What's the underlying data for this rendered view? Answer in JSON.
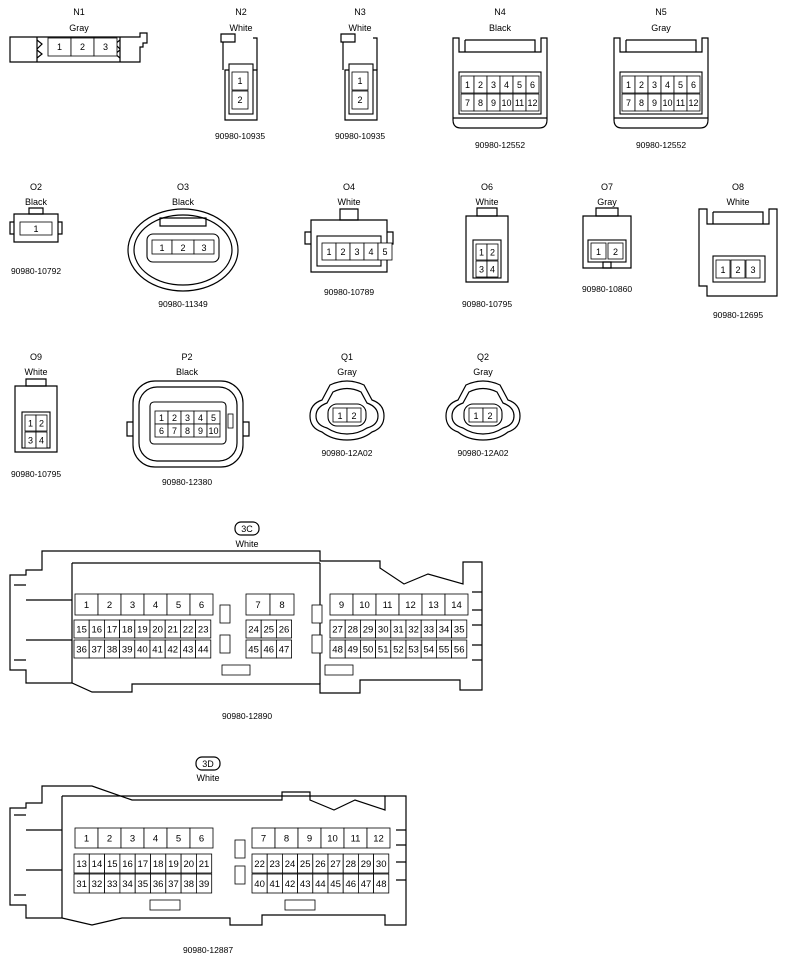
{
  "connectors": [
    {
      "id": "N1",
      "color": "Gray",
      "part": "",
      "pins": [
        [
          "1",
          "2",
          "3"
        ]
      ]
    },
    {
      "id": "N2",
      "color": "White",
      "part": "90980-10935",
      "pins": [
        [
          "1"
        ],
        [
          "2"
        ]
      ]
    },
    {
      "id": "N3",
      "color": "White",
      "part": "90980-10935",
      "pins": [
        [
          "1"
        ],
        [
          "2"
        ]
      ]
    },
    {
      "id": "N4",
      "color": "Black",
      "part": "90980-12552",
      "pins": [
        [
          "1",
          "2",
          "3",
          "4",
          "5",
          "6"
        ],
        [
          "7",
          "8",
          "9",
          "10",
          "11",
          "12"
        ]
      ]
    },
    {
      "id": "N5",
      "color": "Gray",
      "part": "90980-12552",
      "pins": [
        [
          "1",
          "2",
          "3",
          "4",
          "5",
          "6"
        ],
        [
          "7",
          "8",
          "9",
          "10",
          "11",
          "12"
        ]
      ]
    },
    {
      "id": "O2",
      "color": "Black",
      "part": "90980-10792",
      "pins": [
        [
          "1"
        ]
      ]
    },
    {
      "id": "O3",
      "color": "Black",
      "part": "90980-11349",
      "pins": [
        [
          "1",
          "2",
          "3"
        ]
      ]
    },
    {
      "id": "O4",
      "color": "White",
      "part": "90980-10789",
      "pins": [
        [
          "1",
          "2",
          "3",
          "4",
          "5"
        ]
      ]
    },
    {
      "id": "O6",
      "color": "White",
      "part": "90980-10795",
      "pins": [
        [
          "1",
          "2"
        ],
        [
          "3",
          "4"
        ]
      ]
    },
    {
      "id": "O7",
      "color": "Gray",
      "part": "90980-10860",
      "pins": [
        [
          "1",
          "2"
        ]
      ]
    },
    {
      "id": "O8",
      "color": "White",
      "part": "90980-12695",
      "pins": [
        [
          "1",
          "2",
          "3"
        ]
      ]
    },
    {
      "id": "O9",
      "color": "White",
      "part": "90980-10795",
      "pins": [
        [
          "1",
          "2"
        ],
        [
          "3",
          "4"
        ]
      ]
    },
    {
      "id": "P2",
      "color": "Black",
      "part": "90980-12380",
      "pins": [
        [
          "1",
          "2",
          "3",
          "4",
          "5"
        ],
        [
          "6",
          "7",
          "8",
          "9",
          "10"
        ]
      ]
    },
    {
      "id": "Q1",
      "color": "Gray",
      "part": "90980-12A02",
      "pins": [
        [
          "1",
          "2"
        ]
      ]
    },
    {
      "id": "Q2",
      "color": "Gray",
      "part": "90980-12A02",
      "pins": [
        [
          "1",
          "2"
        ]
      ]
    },
    {
      "id": "3C",
      "color": "White",
      "part": "90980-12890",
      "pins": [
        [
          "1",
          "2",
          "3",
          "4",
          "5",
          "6"
        ],
        [
          "7",
          "8"
        ],
        [
          "9",
          "10",
          "11",
          "12",
          "13",
          "14"
        ],
        [
          "15",
          "16",
          "17",
          "18",
          "19",
          "20",
          "21",
          "22",
          "23"
        ],
        [
          "24",
          "25",
          "26"
        ],
        [
          "27",
          "28",
          "29",
          "30",
          "31",
          "32",
          "33",
          "34",
          "35"
        ],
        [
          "36",
          "37",
          "38",
          "39",
          "40",
          "41",
          "42",
          "43",
          "44"
        ],
        [
          "45",
          "46",
          "47"
        ],
        [
          "48",
          "49",
          "50",
          "51",
          "52",
          "53",
          "54",
          "55",
          "56"
        ]
      ]
    },
    {
      "id": "3D",
      "color": "White",
      "part": "90980-12887",
      "pins": [
        [
          "1",
          "2",
          "3",
          "4",
          "5",
          "6"
        ],
        [
          "7",
          "8",
          "9",
          "10",
          "11",
          "12"
        ],
        [
          "13",
          "14",
          "15",
          "16",
          "17",
          "18",
          "19",
          "20",
          "21"
        ],
        [
          "22",
          "23",
          "24",
          "25",
          "26",
          "27",
          "28",
          "29",
          "30"
        ],
        [
          "31",
          "32",
          "33",
          "34",
          "35",
          "36",
          "37",
          "38",
          "39"
        ],
        [
          "40",
          "41",
          "42",
          "43",
          "44",
          "45",
          "46",
          "47",
          "48"
        ]
      ]
    }
  ]
}
